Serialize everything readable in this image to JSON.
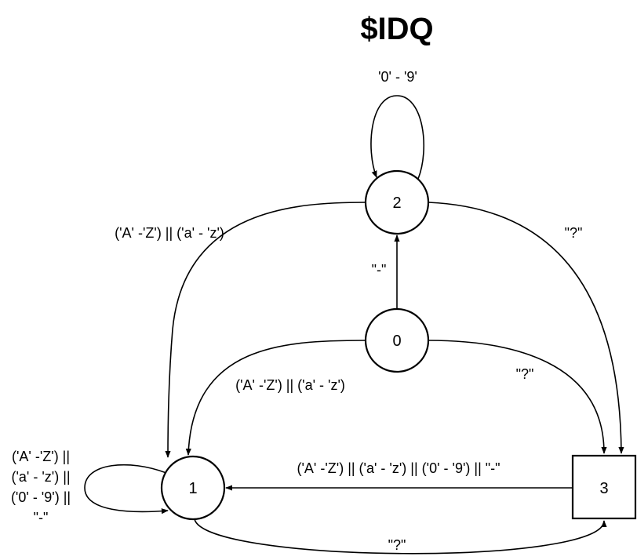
{
  "title": "$IDQ",
  "nodes": [
    {
      "id": "0",
      "label": "0",
      "shape": "circle"
    },
    {
      "id": "1",
      "label": "1",
      "shape": "circle"
    },
    {
      "id": "2",
      "label": "2",
      "shape": "circle"
    },
    {
      "id": "3",
      "label": "3",
      "shape": "square"
    }
  ],
  "edges": [
    {
      "id": "e22",
      "from": "2",
      "to": "2",
      "label": "'0' - '9'"
    },
    {
      "id": "e21",
      "from": "2",
      "to": "1",
      "label": "('A' -'Z') || ('a' - 'z')"
    },
    {
      "id": "e23",
      "from": "2",
      "to": "3",
      "label": "\"?\""
    },
    {
      "id": "e02",
      "from": "0",
      "to": "2",
      "label": "\"-\""
    },
    {
      "id": "e01",
      "from": "0",
      "to": "1",
      "label": "('A' -'Z') || ('a' - 'z')"
    },
    {
      "id": "e03",
      "from": "0",
      "to": "3",
      "label": "\"?\""
    },
    {
      "id": "e31",
      "from": "3",
      "to": "1",
      "label": "('A' -'Z') || ('a' - 'z') || ('0' - '9') || \"-\""
    },
    {
      "id": "e13",
      "from": "1",
      "to": "3",
      "label": "\"?\""
    },
    {
      "id": "e11",
      "from": "1",
      "to": "1",
      "label_lines": [
        "('A' -'Z') ||",
        "('a' - 'z') ||",
        "('0' - '9') ||",
        "\"-\""
      ]
    }
  ]
}
